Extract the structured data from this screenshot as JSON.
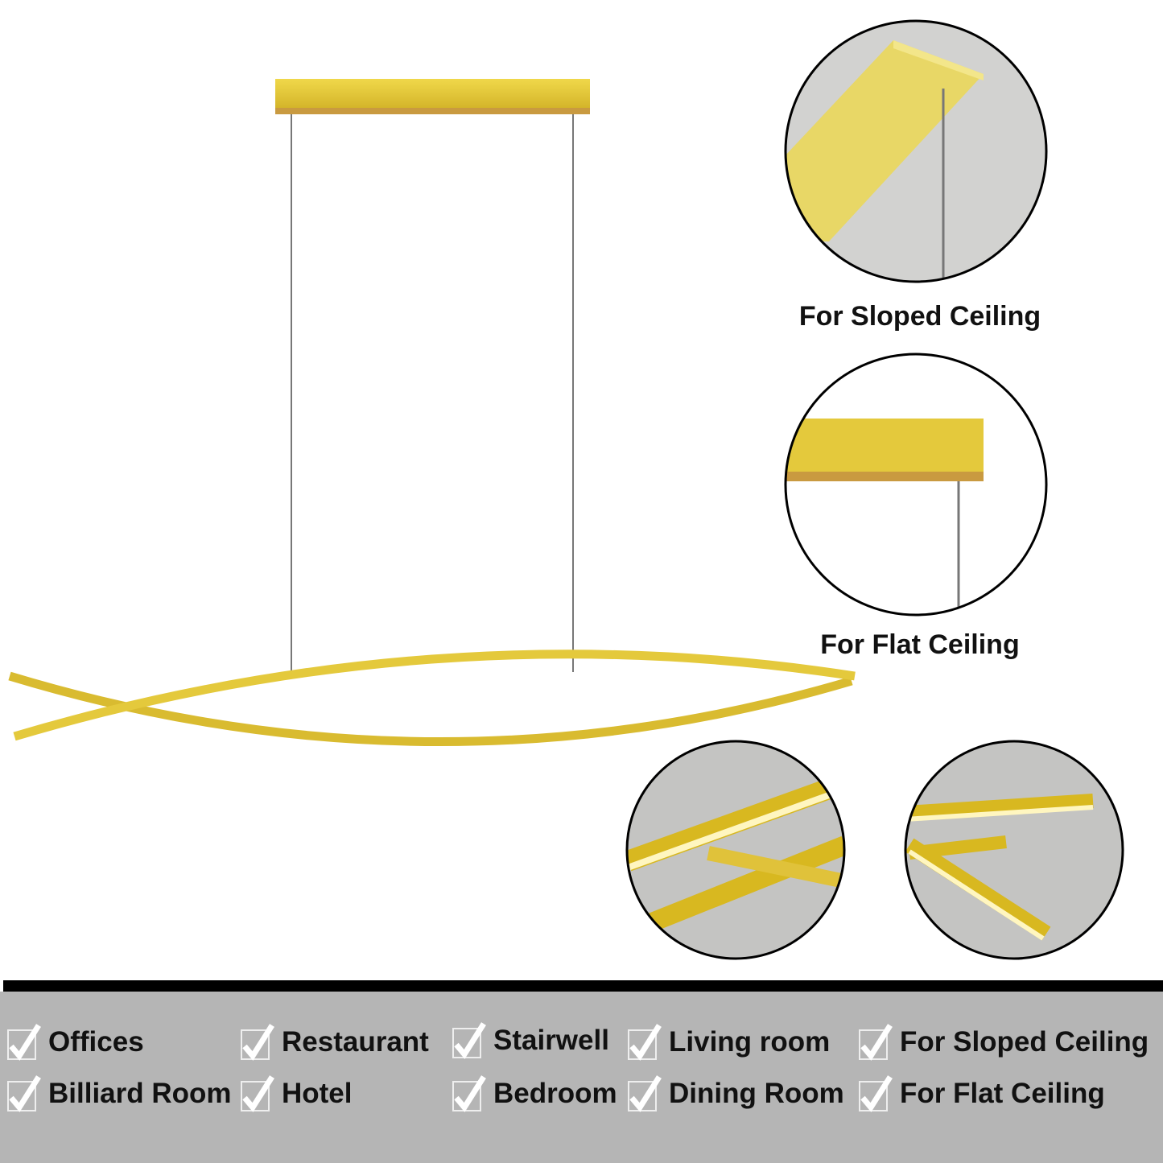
{
  "callouts": [
    {
      "label": "For Sloped Ceiling"
    },
    {
      "label": "For Flat Ceiling"
    }
  ],
  "features": [
    {
      "label": "Offices"
    },
    {
      "label": "Billiard Room"
    },
    {
      "label": "Restaurant"
    },
    {
      "label": "Hotel"
    },
    {
      "label": "Stairwell"
    },
    {
      "label": "Bedroom"
    },
    {
      "label": "Living room"
    },
    {
      "label": "Dining Room"
    },
    {
      "label": "For Sloped Ceiling"
    },
    {
      "label": "For Flat Ceiling"
    }
  ],
  "colors": {
    "gold": "#e2c53a",
    "band": "#b5b5b5",
    "bar": "#000000"
  }
}
